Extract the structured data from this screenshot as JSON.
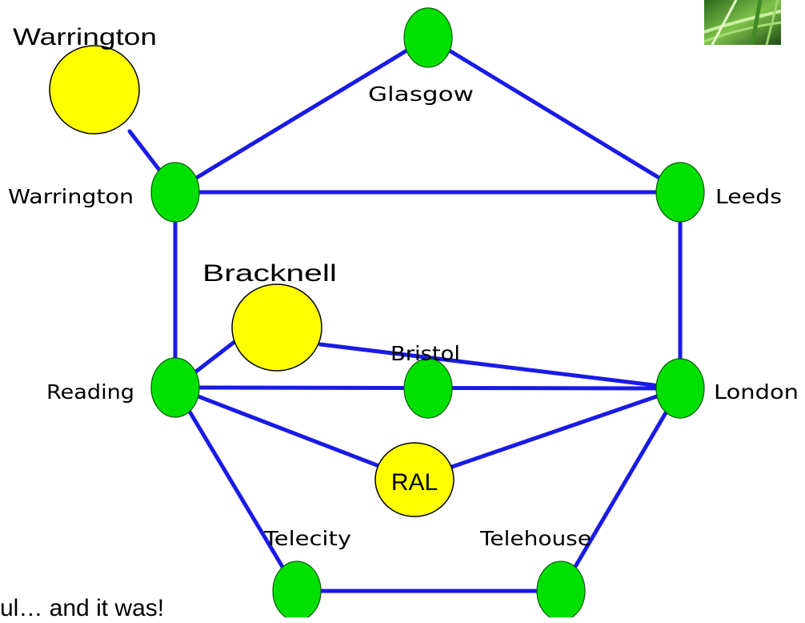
{
  "diagram": {
    "nodes": {
      "glasgow": "Glasgow",
      "warrington": "Warrington",
      "leeds": "Leeds",
      "reading": "Reading",
      "bristol": "Bristol",
      "london": "London",
      "telecity": "Telecity",
      "telehouse": "Telehouse"
    },
    "sites": {
      "warrington": "Warrington",
      "bracknell": "Bracknell",
      "ral": "RAL"
    },
    "colors": {
      "link": "#1a1ae6",
      "core_node": "#00e000",
      "site_node": "#ffff00"
    }
  },
  "footer": {
    "text": "ul… and it was!"
  },
  "corner_image": {
    "icon": "grass-photo"
  }
}
